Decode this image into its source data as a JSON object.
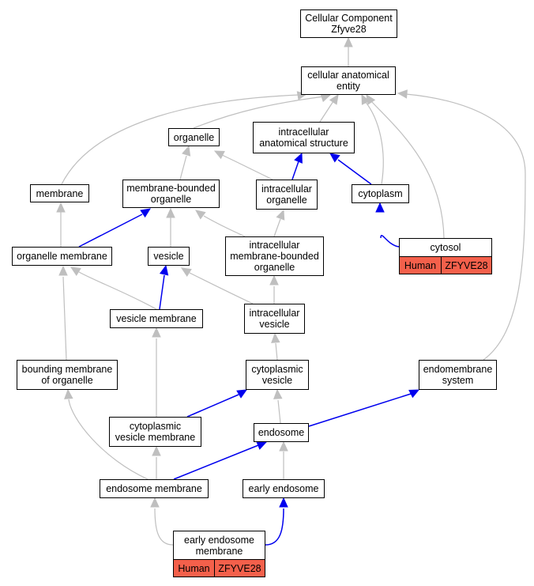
{
  "colors": {
    "edge_gray": "#bfbfbf",
    "edge_blue": "#0000ee",
    "node_border": "#000000",
    "tag_fill": "#f4604b"
  },
  "nodes": {
    "cc_zfyve28": "Cellular Component\nZfyve28",
    "cellular_anatomical_entity": "cellular anatomical\nentity",
    "organelle": "organelle",
    "intracellular_anatomical_structure": "intracellular\nanatomical structure",
    "membrane": "membrane",
    "membrane_bounded_organelle": "membrane-bounded\norganelle",
    "intracellular_organelle": "intracellular\norganelle",
    "cytoplasm": "cytoplasm",
    "cytosol": "cytosol",
    "organelle_membrane": "organelle membrane",
    "vesicle": "vesicle",
    "intracellular_membrane_bounded_organelle": "intracellular\nmembrane-bounded\norganelle",
    "vesicle_membrane": "vesicle membrane",
    "intracellular_vesicle": "intracellular\nvesicle",
    "bounding_membrane_of_organelle": "bounding membrane\nof organelle",
    "cytoplasmic_vesicle": "cytoplasmic\nvesicle",
    "endomembrane_system": "endomembrane\nsystem",
    "cytoplasmic_vesicle_membrane": "cytoplasmic\nvesicle membrane",
    "endosome": "endosome",
    "endosome_membrane": "endosome membrane",
    "early_endosome": "early endosome",
    "early_endosome_membrane": "early endosome\nmembrane"
  },
  "annotations": {
    "cytosol": [
      "Human",
      "ZFYVE28"
    ],
    "early_endosome_membrane": [
      "Human",
      "ZFYVE28"
    ]
  }
}
